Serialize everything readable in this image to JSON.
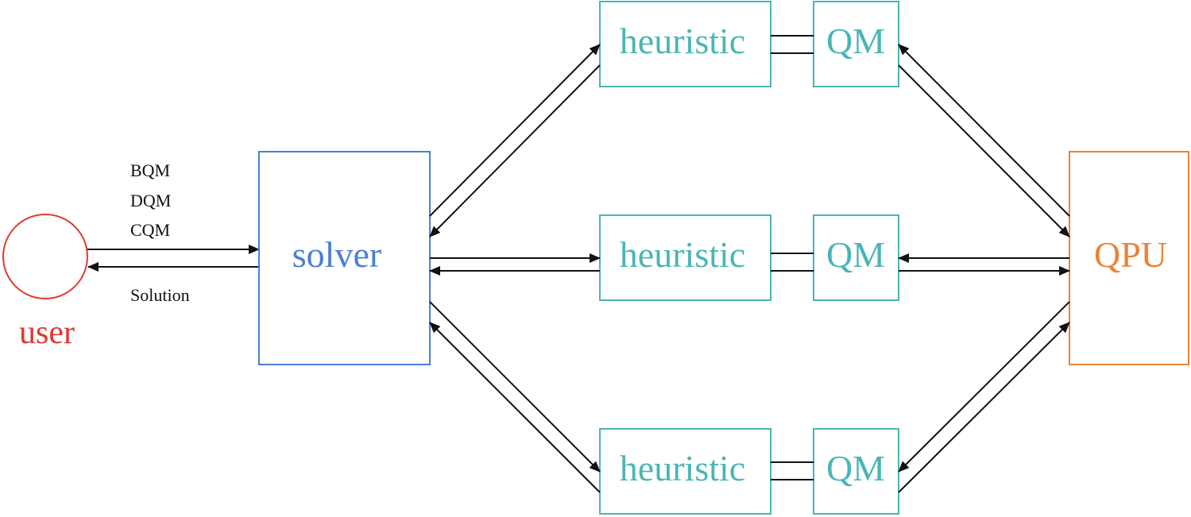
{
  "colors": {
    "user": "#e03a2f",
    "solver": "#4a7fd4",
    "teal": "#4ab5b5",
    "qpu": "#e8833a",
    "line": "#111111"
  },
  "user": {
    "label": "user"
  },
  "input_labels": [
    "BQM",
    "DQM",
    "CQM"
  ],
  "output_label": "Solution",
  "solver": {
    "label": "solver"
  },
  "heuristic": {
    "label": "heuristic"
  },
  "qm": {
    "label": "QM"
  },
  "qpu": {
    "label": "QPU"
  }
}
